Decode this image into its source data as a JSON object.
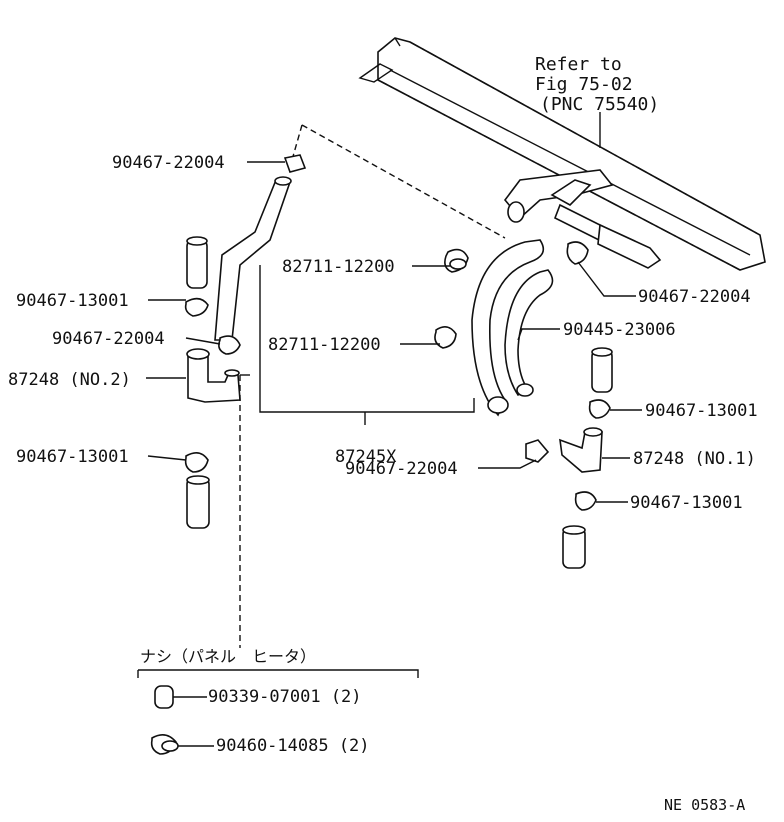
{
  "reference_note": {
    "line1": "Refer to",
    "line2": "Fig 75-02",
    "line3": "(PNC 75540)"
  },
  "callouts": {
    "c1": "90467-22004",
    "c2": "90467-13001",
    "c3": "90467-22004",
    "c4": "87248 (NO.2)",
    "c5": "90467-13001",
    "c6": "82711-12200",
    "c7": "82711-12200",
    "c8": "87245X",
    "c9": "90467-22004",
    "c10": "90445-23006",
    "c11": "90467-22004",
    "c12": "90467-13001",
    "c13": "87248 (NO.1)",
    "c14": "90467-13001"
  },
  "legend": {
    "title": "ナシ（パネル　ヒータ）",
    "item1": "90339-07001 (2)",
    "item2": "90460-14085 (2)"
  },
  "diagram_id": "NE  0583-A"
}
